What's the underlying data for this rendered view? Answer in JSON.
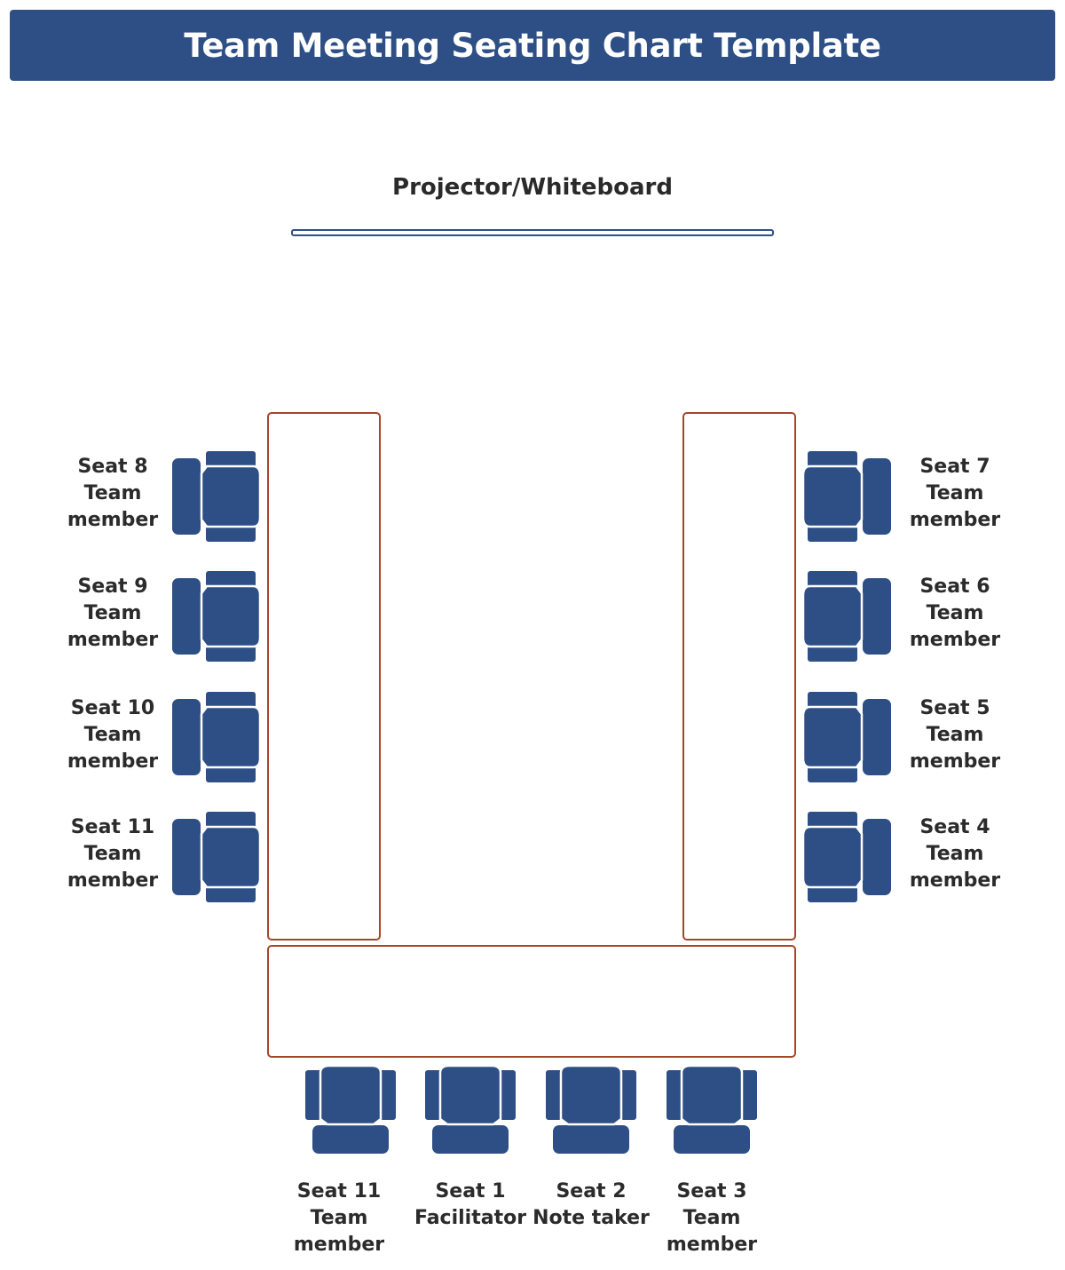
{
  "header": {
    "title": "Team Meeting Seating Chart Template"
  },
  "room": {
    "board_label": "Projector/Whiteboard"
  },
  "colors": {
    "header_bg": "#2e4f85",
    "chair": "#2e4f85",
    "table_border": "#a8442a",
    "board_border": "#2e4f85"
  },
  "icons": {
    "chair": "armchair-icon"
  },
  "seats": {
    "left": [
      {
        "seat": "Seat 8",
        "role1": "Team",
        "role2": "member"
      },
      {
        "seat": "Seat 9",
        "role1": "Team",
        "role2": "member"
      },
      {
        "seat": "Seat 10",
        "role1": "Team",
        "role2": "member"
      },
      {
        "seat": "Seat 11",
        "role1": "Team",
        "role2": "member"
      }
    ],
    "right": [
      {
        "seat": "Seat 7",
        "role1": "Team",
        "role2": "member"
      },
      {
        "seat": "Seat 6",
        "role1": "Team",
        "role2": "member"
      },
      {
        "seat": "Seat 5",
        "role1": "Team",
        "role2": "member"
      },
      {
        "seat": "Seat 4",
        "role1": "Team",
        "role2": "member"
      }
    ],
    "bottom": [
      {
        "seat": "Seat 11",
        "role1": "Team",
        "role2": "member"
      },
      {
        "seat": "Seat 1",
        "role1": "Facilitator",
        "role2": ""
      },
      {
        "seat": "Seat 2",
        "role1": "Note taker",
        "role2": ""
      },
      {
        "seat": "Seat 3",
        "role1": "Team",
        "role2": "member"
      }
    ]
  }
}
